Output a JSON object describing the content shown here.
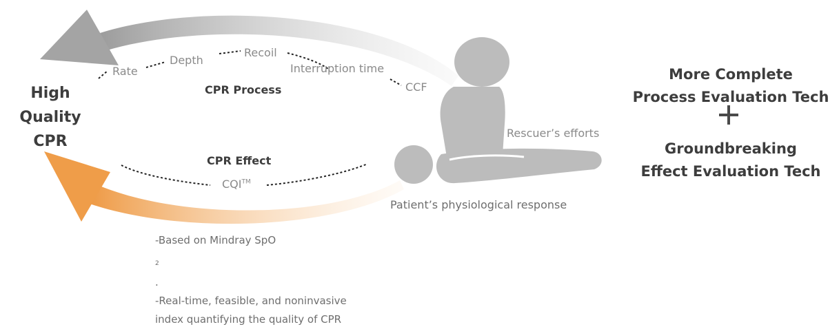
{
  "left_label": [
    "High",
    "Quality",
    "CPR"
  ],
  "process": {
    "title": "CPR Process",
    "items": [
      "Rate",
      "Depth",
      "Recoil",
      "Interruption time",
      "CCF"
    ]
  },
  "effect": {
    "title": "CPR Effect",
    "index": "CQI",
    "index_mark": "TM"
  },
  "figure_labels": {
    "rescuer": "Rescuer’s efforts",
    "patient": "Patient’s physiological response"
  },
  "right": {
    "block1": [
      "More Complete",
      "Process Evaluation Tech"
    ],
    "plus": "+",
    "block2": [
      "Groundbreaking",
      "Effect Evaluation Tech"
    ]
  },
  "notes": {
    "line1_prefix": "-Based on Mindray SpO",
    "line1_sub": "2",
    "line1_suffix": ".",
    "line2": "-Real-time, feasible, and noninvasive",
    "line3": "index quantifying the quality of CPR"
  },
  "colors": {
    "gray_arrow": "#a9a9a9",
    "orange_arrow": "#f0a35a",
    "figure": "#bdbdbd",
    "text_dark": "#3d3d3d",
    "text_light": "#8a8a8a"
  },
  "icons": [
    "rescuer-figure-icon",
    "patient-figure-icon",
    "plus-icon"
  ]
}
